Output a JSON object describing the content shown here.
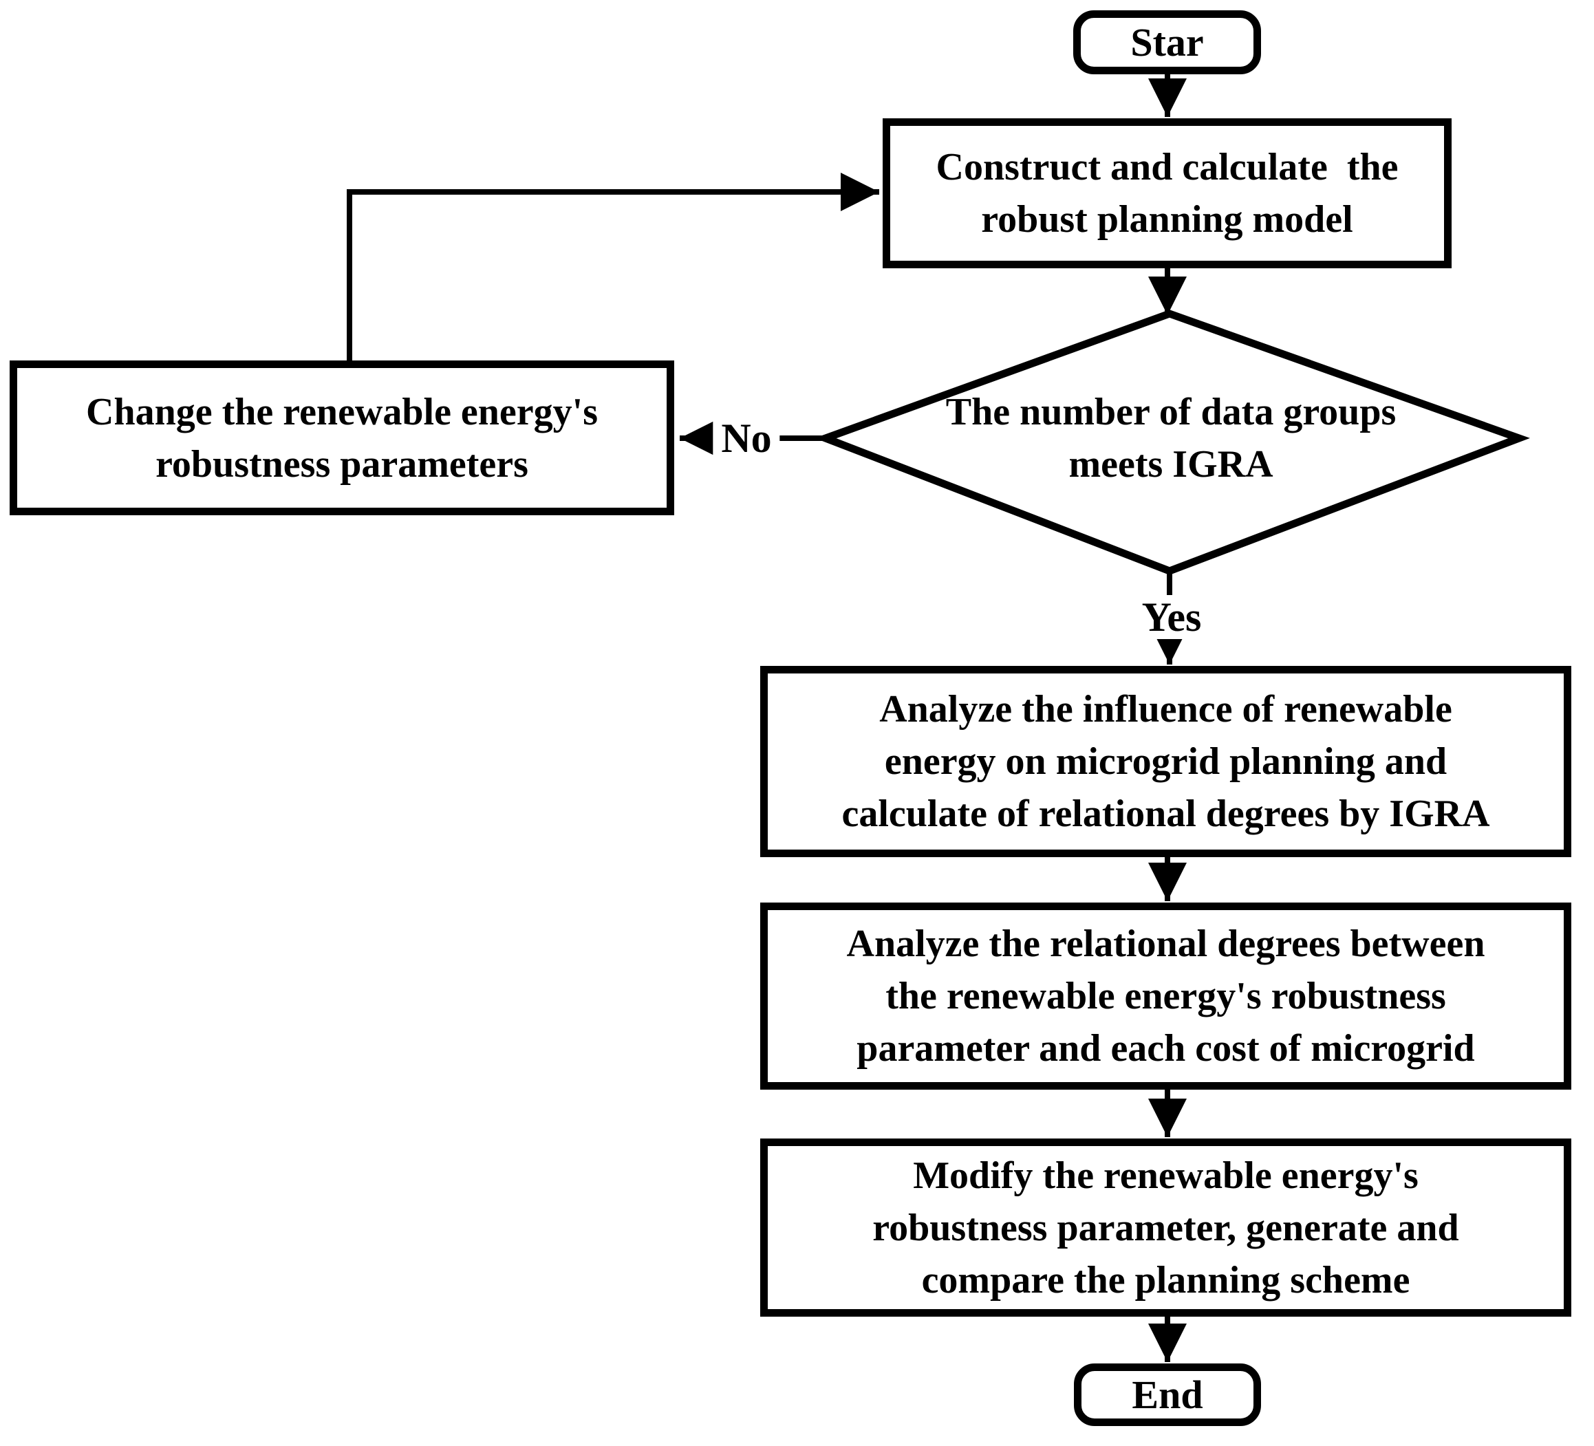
{
  "diagram": {
    "title": "Robust microgrid planning flowchart",
    "start": {
      "label": "Star"
    },
    "construct": {
      "lines": [
        "Construct and calculate  the",
        "robust planning model"
      ]
    },
    "decision": {
      "lines": [
        "The number of data groups",
        "meets IGRA"
      ]
    },
    "no_branch": {
      "label": "No"
    },
    "yes_branch": {
      "label": "Yes"
    },
    "change": {
      "lines": [
        "Change the renewable energy's",
        "robustness parameters"
      ]
    },
    "analyze_influence": {
      "lines": [
        "Analyze the influence of renewable",
        "energy on microgrid planning and",
        "calculate of relational degrees by IGRA"
      ]
    },
    "analyze_relational": {
      "lines": [
        "Analyze the relational degrees between",
        "the renewable energy's robustness",
        "parameter and each cost of microgrid"
      ]
    },
    "modify": {
      "lines": [
        "Modify the renewable energy's",
        "robustness parameter, generate and",
        "compare the planning scheme"
      ]
    },
    "end": {
      "label": "End"
    }
  },
  "colors": {
    "stroke": "#000000",
    "background": "#ffffff",
    "text": "#000000"
  }
}
